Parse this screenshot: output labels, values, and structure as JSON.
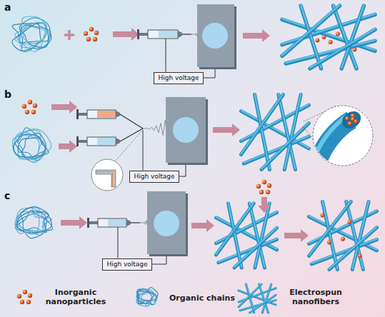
{
  "diagram": {
    "nodes": [
      {
        "text": [
          "High voltage"
        ]
      },
      {
        "text": [
          "High voltage"
        ]
      },
      {
        "text": [
          "High voltage"
        ]
      }
    ],
    "labels": [
      "a",
      "b",
      "c"
    ],
    "legend": [
      {
        "text": "Inorganic nanoparticles"
      },
      {
        "text": "Organic chains"
      },
      {
        "text": "Electrospun nanofibers"
      }
    ]
  }
}
